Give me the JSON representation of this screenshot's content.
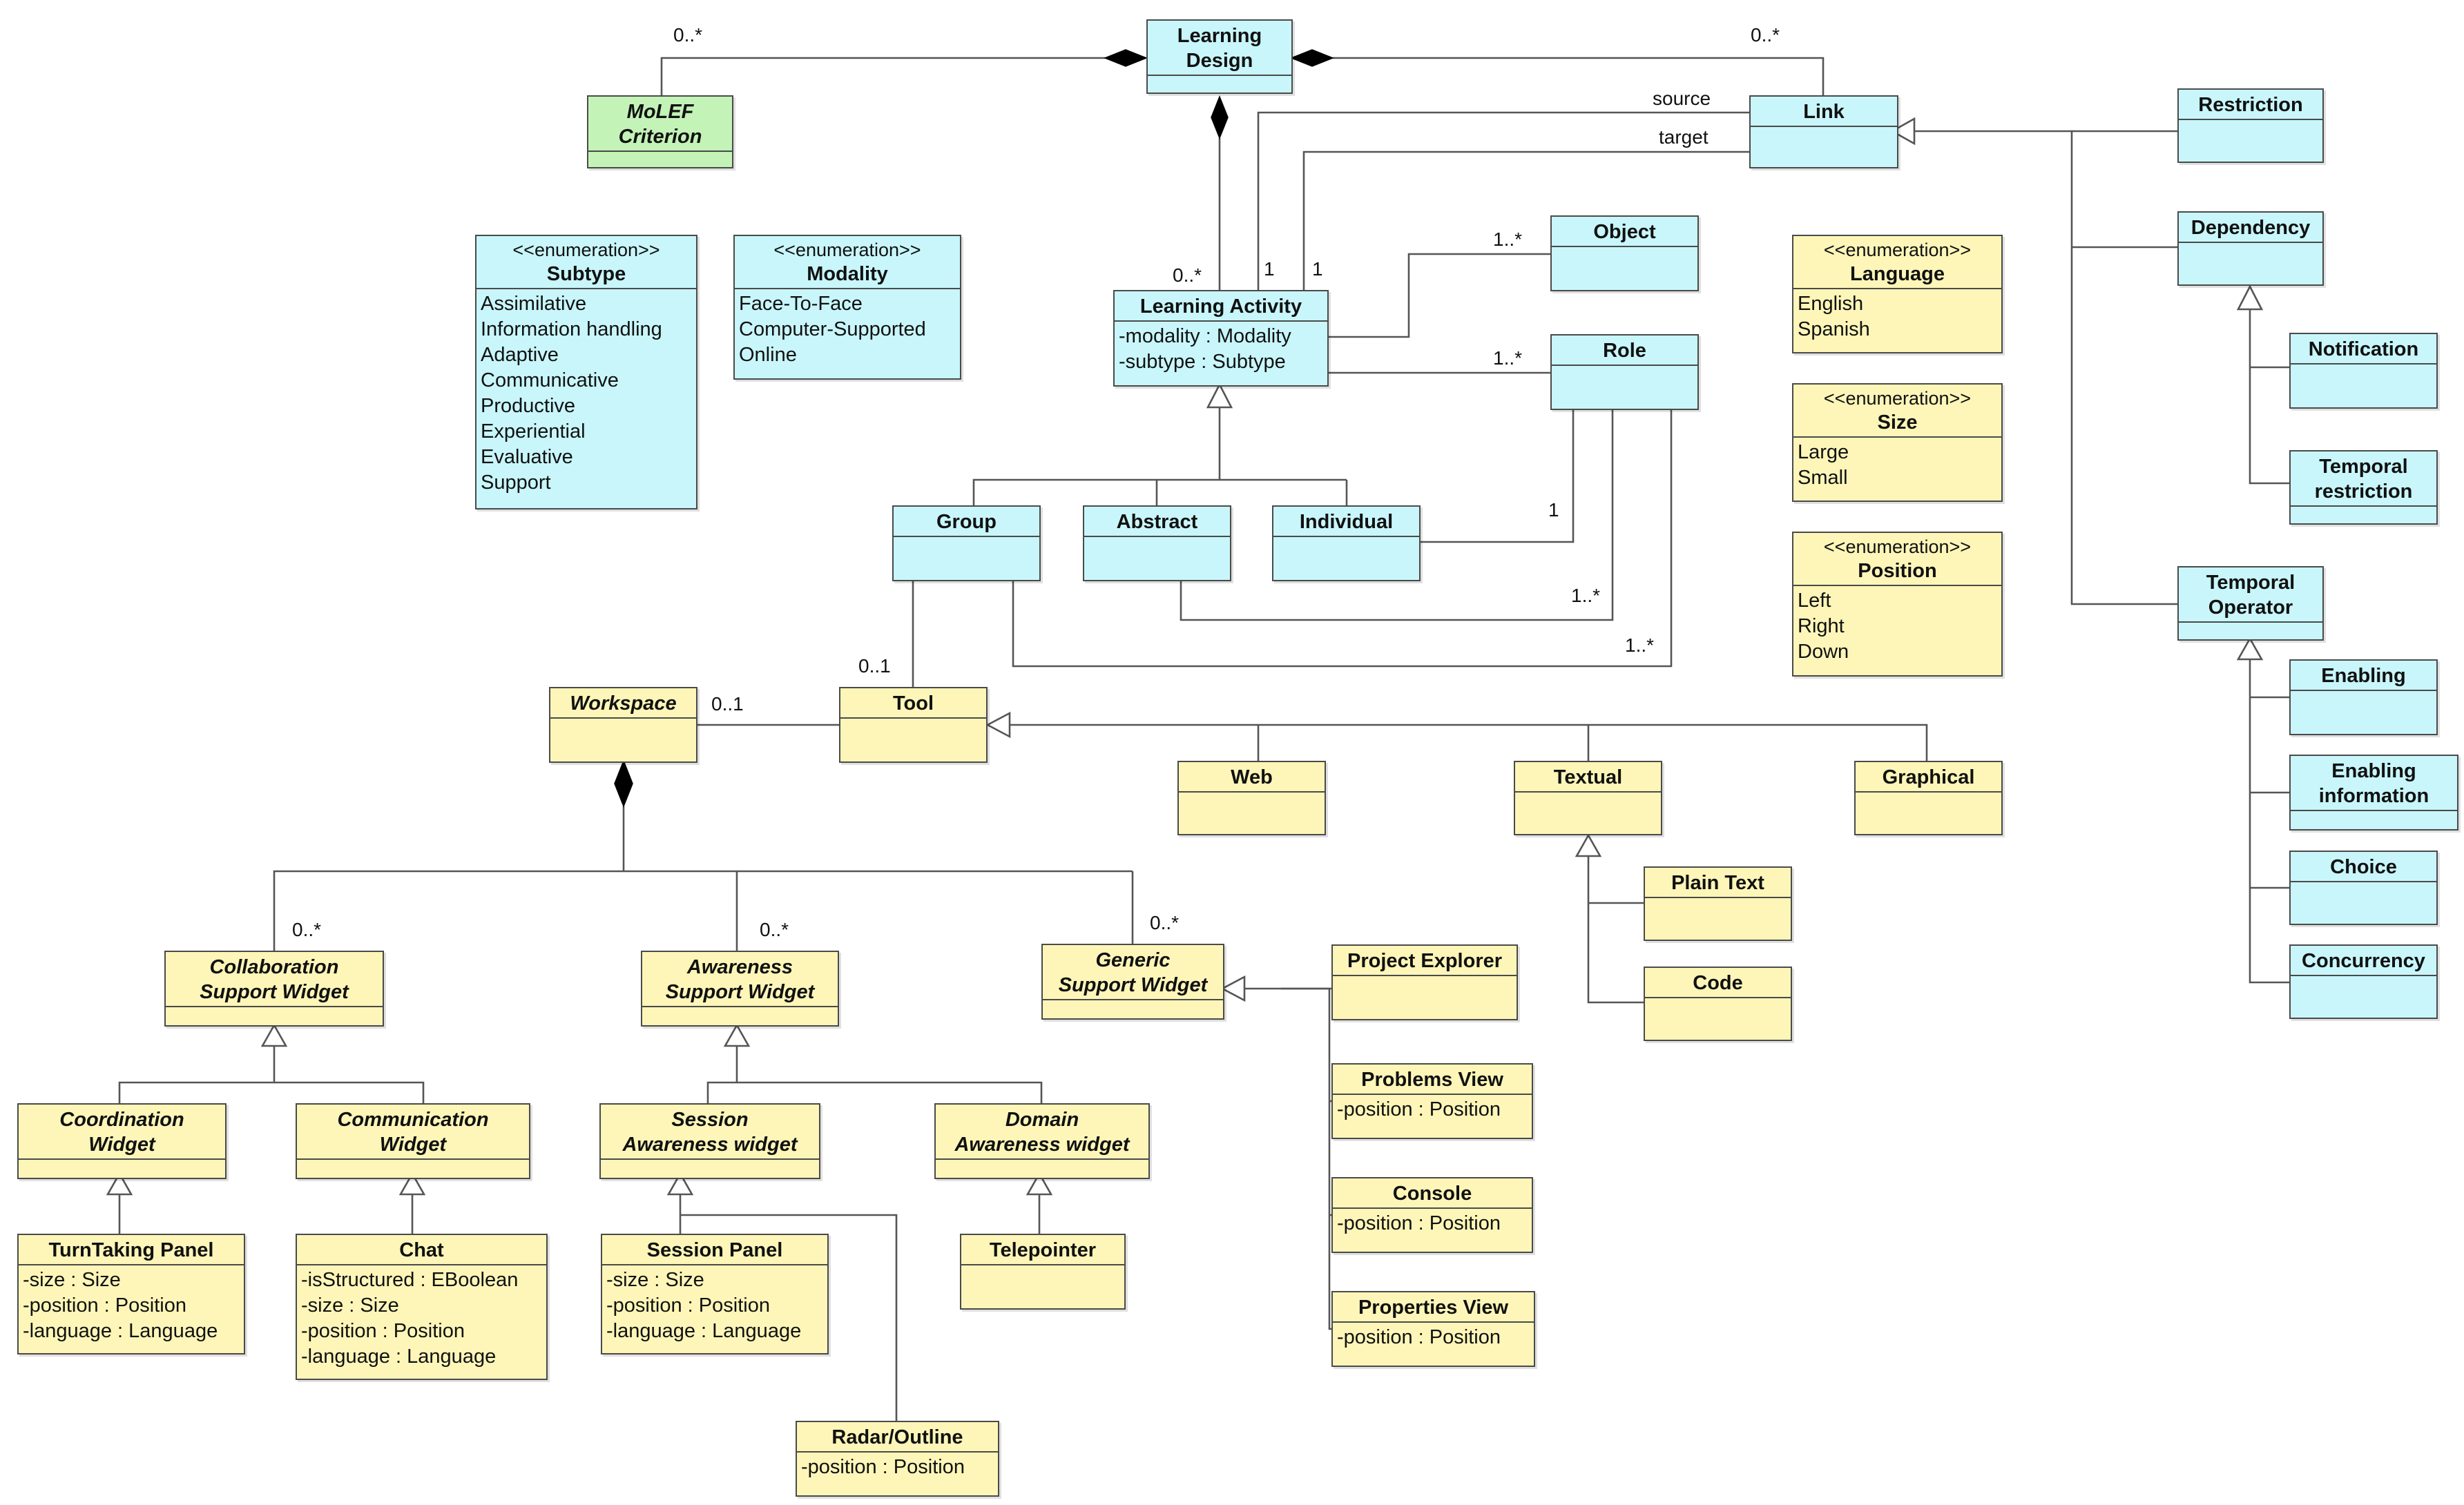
{
  "colors": {
    "cyan_fill": "#c8f6fb",
    "yellow_fill": "#fdf6b8",
    "green_fill": "#c3f3b7",
    "line": "#4a4a4a"
  },
  "classes": {
    "learning_design": {
      "name": "Learning\nDesign",
      "italic": false,
      "fill": "cyan"
    },
    "molef_criterion": {
      "name": "MoLEF\nCriterion",
      "italic": true,
      "fill": "green"
    },
    "link": {
      "name": "Link"
    },
    "restriction": {
      "name": "Restriction"
    },
    "dependency": {
      "name": "Dependency"
    },
    "notification": {
      "name": "Notification"
    },
    "temporal_restriction": {
      "name": "Temporal\nrestriction"
    },
    "temporal_operator": {
      "name": "Temporal\nOperator"
    },
    "enabling": {
      "name": "Enabling"
    },
    "enabling_information": {
      "name": "Enabling\ninformation"
    },
    "choice": {
      "name": "Choice"
    },
    "concurrency": {
      "name": "Concurrency"
    },
    "subtype": {
      "stereotype": "<<enumeration>>",
      "name": "Subtype",
      "literals": [
        "Assimilative",
        "Information handling",
        "Adaptive",
        "Communicative",
        "Productive",
        "Experiential",
        "Evaluative",
        "Support"
      ]
    },
    "modality": {
      "stereotype": "<<enumeration>>",
      "name": "Modality",
      "literals": [
        "Face-To-Face",
        "Computer-Supported",
        "Online"
      ]
    },
    "learning_activity": {
      "name": "Learning Activity",
      "attributes": [
        "-modality : Modality",
        "-subtype : Subtype"
      ]
    },
    "object": {
      "name": "Object"
    },
    "role": {
      "name": "Role"
    },
    "language": {
      "stereotype": "<<enumeration>>",
      "name": "Language",
      "literals": [
        "English",
        "Spanish"
      ]
    },
    "size": {
      "stereotype": "<<enumeration>>",
      "name": "Size",
      "literals": [
        "Large",
        "Small"
      ]
    },
    "position": {
      "stereotype": "<<enumeration>>",
      "name": "Position",
      "literals": [
        "Left",
        "Right",
        "Down"
      ]
    },
    "group": {
      "name": "Group"
    },
    "abstract": {
      "name": "Abstract"
    },
    "individual": {
      "name": "Individual"
    },
    "workspace": {
      "name": "Workspace",
      "italic": true
    },
    "tool": {
      "name": "Tool"
    },
    "web": {
      "name": "Web"
    },
    "textual": {
      "name": "Textual"
    },
    "graphical": {
      "name": "Graphical"
    },
    "plain_text": {
      "name": "Plain Text"
    },
    "code": {
      "name": "Code"
    },
    "collaboration_widget": {
      "name": "Collaboration\nSupport Widget",
      "italic": true
    },
    "awareness_widget": {
      "name": "Awareness\nSupport Widget",
      "italic": true
    },
    "generic_widget": {
      "name": "Generic\nSupport Widget",
      "italic": true
    },
    "project_explorer": {
      "name": "Project Explorer"
    },
    "problems_view": {
      "name": "Problems View",
      "attributes": [
        "-position : Position"
      ]
    },
    "console": {
      "name": "Console",
      "attributes": [
        "-position : Position"
      ]
    },
    "properties_view": {
      "name": "Properties View",
      "attributes": [
        "-position : Position"
      ]
    },
    "coordination_widget": {
      "name": "Coordination\nWidget",
      "italic": true
    },
    "communication_widget": {
      "name": "Communication\nWidget",
      "italic": true
    },
    "session_awareness": {
      "name": "Session\nAwareness widget",
      "italic": true
    },
    "domain_awareness": {
      "name": "Domain\nAwareness widget",
      "italic": true
    },
    "turntaking_panel": {
      "name": "TurnTaking Panel",
      "attributes": [
        "-size : Size",
        "-position : Position",
        "-language : Language"
      ]
    },
    "chat": {
      "name": "Chat",
      "attributes": [
        "-isStructured : EBoolean",
        "-size : Size",
        "-position : Position",
        "-language : Language"
      ]
    },
    "session_panel": {
      "name": "Session Panel",
      "attributes": [
        "-size : Size",
        "-position : Position",
        "-language : Language"
      ]
    },
    "telepointer": {
      "name": "Telepointer"
    },
    "radar_outline": {
      "name": "Radar/Outline",
      "attributes": [
        "-position : Position"
      ]
    }
  },
  "labels": {
    "ld_molef_mult": "0..*",
    "ld_link_mult": "0..*",
    "link_source": "source",
    "link_target": "target",
    "ld_la_mult": "0..*",
    "la_source_mult": "1",
    "la_target_mult": "1",
    "la_object_mult": "1..*",
    "la_role_mult": "1..*",
    "individual_role_mult": "1",
    "abstract_role_mult": "1..*",
    "group_role_mult": "1..*",
    "group_tool_mult": "0..1",
    "workspace_tool_mult": "0..1",
    "ws_collab_mult": "0..*",
    "ws_awareness_mult": "0..*",
    "ws_generic_mult": "0..*"
  }
}
